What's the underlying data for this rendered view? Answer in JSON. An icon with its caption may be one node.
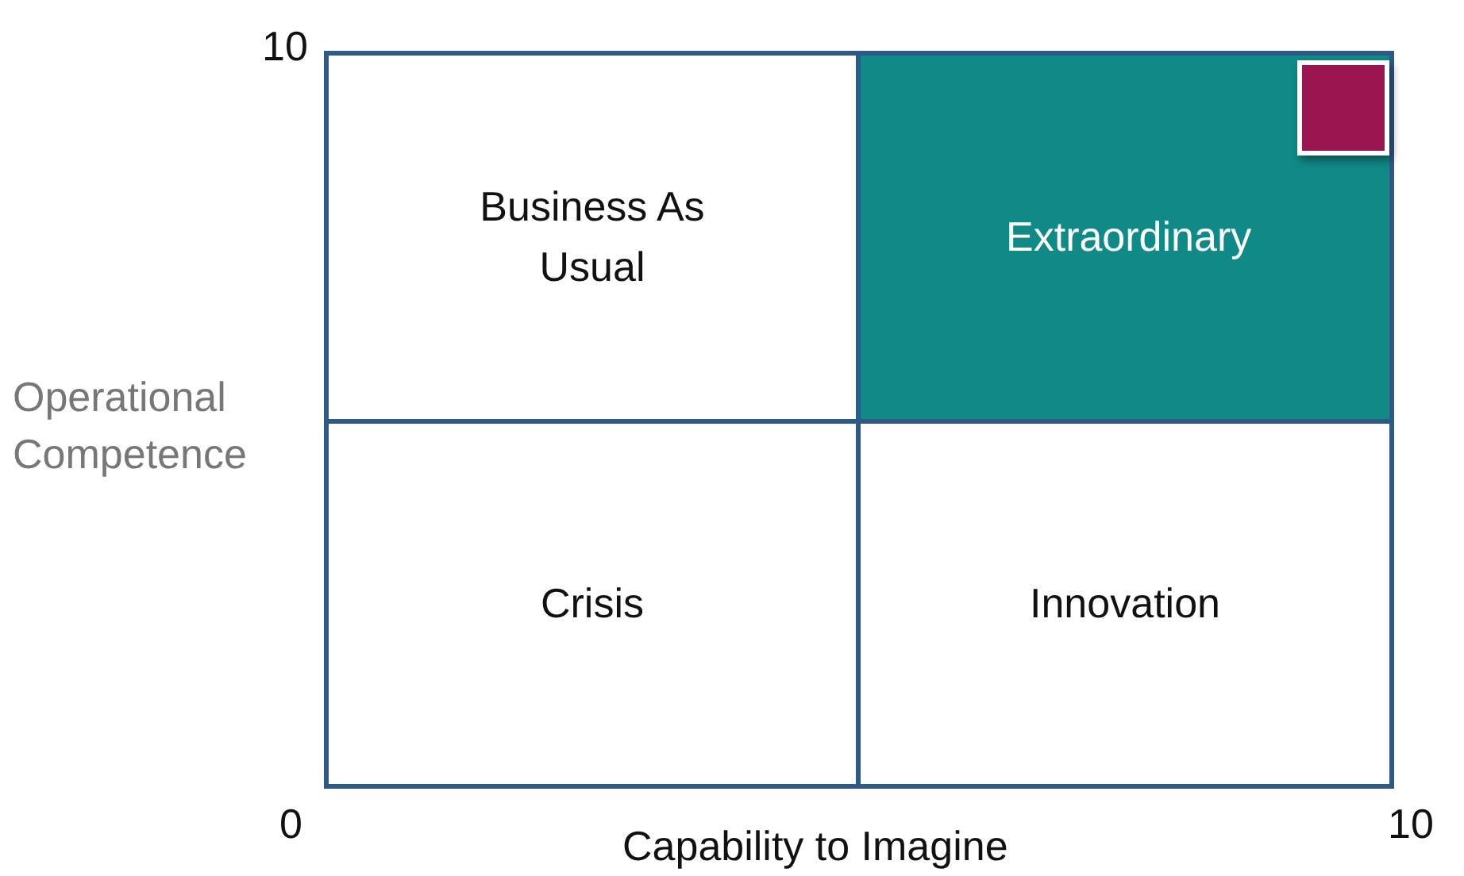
{
  "diagram": {
    "nodes": [
      {
        "text": [
          "Business As Usual"
        ]
      },
      {
        "text": [
          "Extraordinary"
        ]
      },
      {
        "text": [
          "Crisis"
        ]
      },
      {
        "text": [
          "Innovation"
        ]
      },
      {
        "text": [],
        "shape": "box",
        "in": 1
      }
    ],
    "labels": [
      "10",
      "Operational Competence",
      "0",
      "Capability to Imagine",
      "10"
    ]
  }
}
